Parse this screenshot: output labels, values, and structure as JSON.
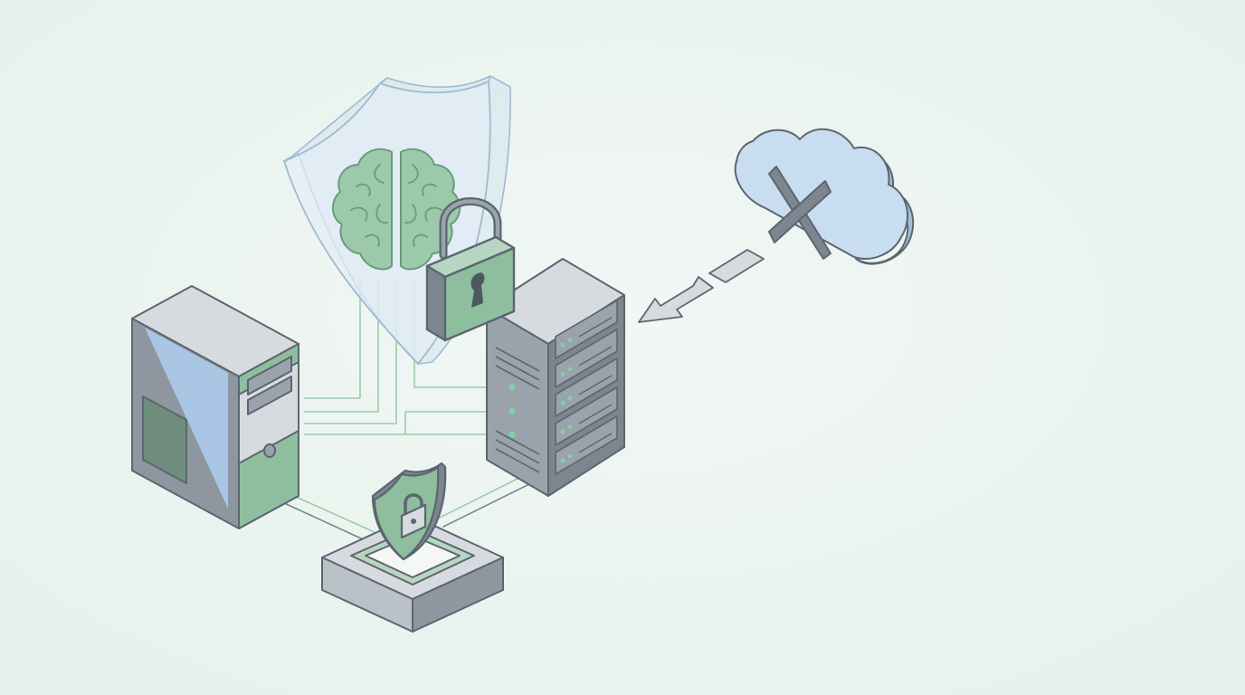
{
  "illustration": {
    "elements": [
      "shield-with-brain",
      "padlock",
      "server-rack",
      "desktop-tower",
      "security-base",
      "blocked-cloud",
      "incoming-arrow"
    ],
    "cloud_status": "blocked",
    "colors": {
      "background": "#ECF4F1",
      "outline": "#5C6670",
      "green": "#8FBE9E",
      "green_dark": "#6FA082",
      "blue": "#A9C7E4",
      "blue_light": "#C9DDF0",
      "gray_light": "#D7DBDF",
      "gray_mid": "#9AA3AB",
      "gray_dark": "#7D868E",
      "shield_fill": "#DCE9F2",
      "circuit": "#9CCBA9",
      "led": "#7FD1A6"
    }
  }
}
